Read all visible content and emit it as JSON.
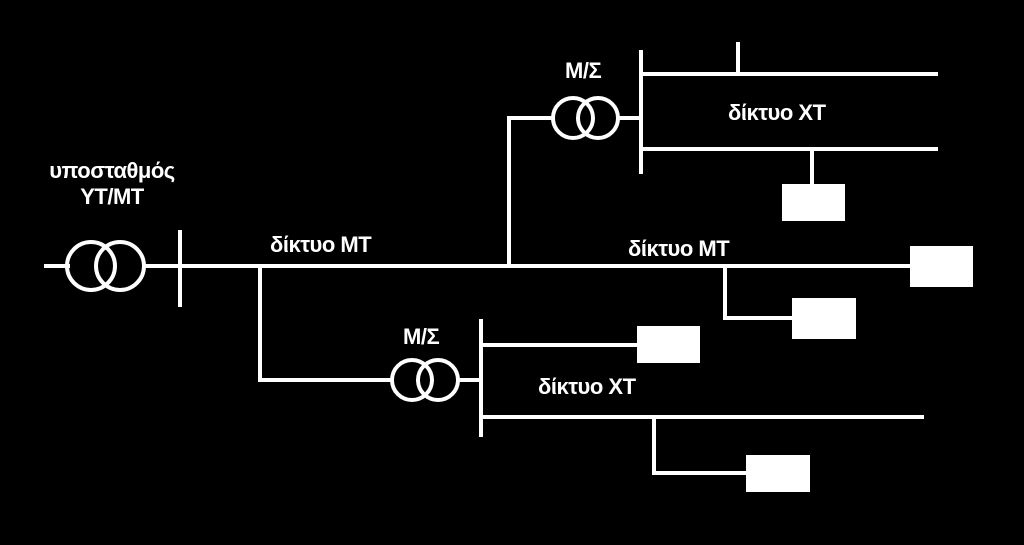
{
  "labels": {
    "substation_line1": "υποσταθμός",
    "substation_line2": "ΥΤ/ΜΤ",
    "mv_network_1": "δίκτυο ΜΤ",
    "mv_network_2": "δίκτυο ΜΤ",
    "transformer_top": "Μ/Σ",
    "transformer_bottom": "Μ/Σ",
    "lv_network_top": "δίκτυο ΧΤ",
    "lv_network_bottom": "δίκτυο ΧΤ"
  },
  "colors": {
    "background": "#000000",
    "lines": "#ffffff"
  }
}
